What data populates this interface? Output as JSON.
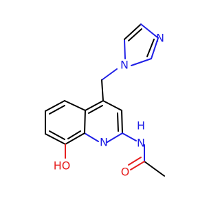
{
  "molecule": {
    "atoms": {
      "imidazole_n1": "N",
      "imidazole_n3": "N",
      "quinoline_n": "N",
      "amide_nh": "H",
      "amide_n": "N",
      "hydroxyl": "HO",
      "carbonyl_o": "O"
    },
    "colors": {
      "carbon_bond": "#000000",
      "nitrogen": "#1f1fe6",
      "oxygen": "#e61f1f",
      "background": "#ffffff"
    }
  }
}
